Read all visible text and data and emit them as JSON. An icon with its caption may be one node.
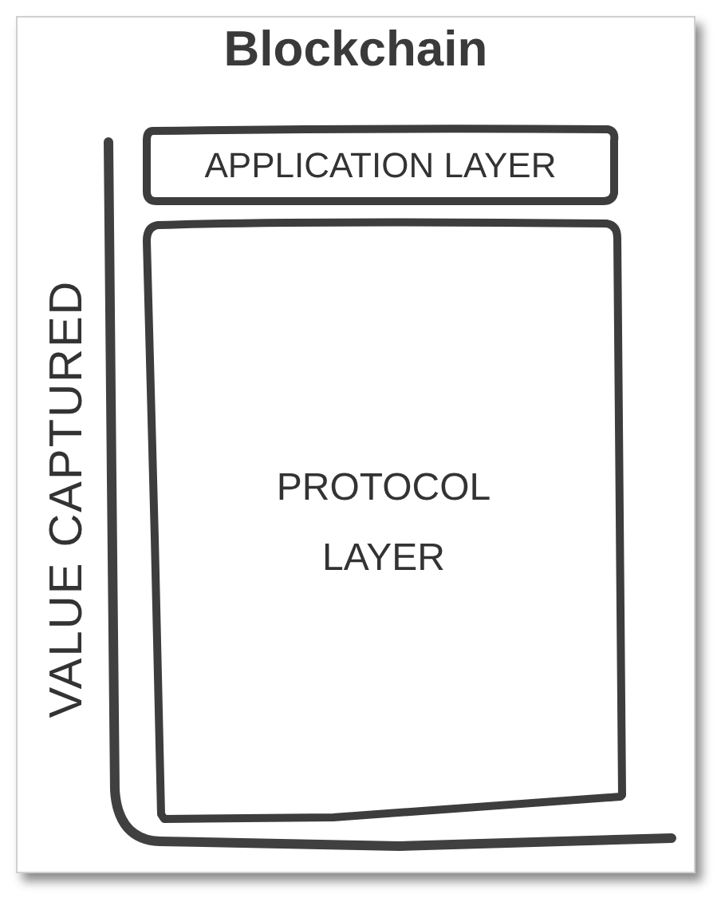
{
  "diagram": {
    "title": "Blockchain",
    "nodes": [
      {
        "text": [
          "APPLICATION LAYER"
        ]
      },
      {
        "text": [
          "PROTOCOL LAYER"
        ]
      }
    ],
    "labels": [
      "VALUE CAPTURED"
    ]
  }
}
